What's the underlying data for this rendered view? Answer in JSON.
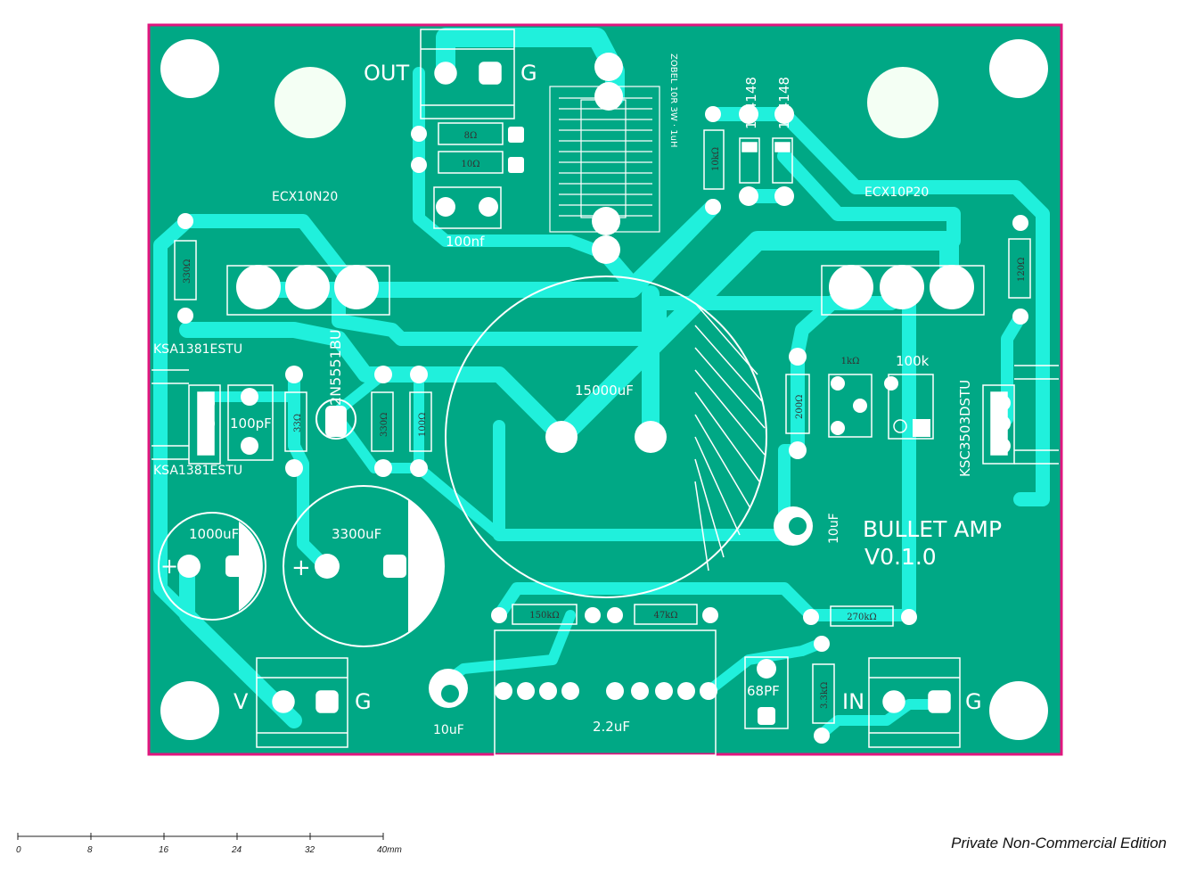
{
  "board": {
    "title": "BULLET AMP",
    "version": "V0.1.0",
    "colors": {
      "pcb": "#00A885",
      "trace": "#20F0DC",
      "silk": "#FFFFFF",
      "outline": "#E0167E"
    }
  },
  "connectors": {
    "out": "OUT",
    "g1": "G",
    "v": "V",
    "g2": "G",
    "in": "IN",
    "g3": "G"
  },
  "transistors": {
    "q1": "ECX10N20",
    "q2": "ECX10P20",
    "q3": "KSA1381ESTU",
    "q4": "2N5551BU",
    "q5": "KSC3503DSTU"
  },
  "diodes": {
    "d1": "1N4148",
    "d2": "1N4148"
  },
  "resistors": {
    "r_zobel_a": "8Ω",
    "r_zobel_b": "10Ω",
    "r_10k": "10kΩ",
    "r_330_left": "330Ω",
    "r_120": "120Ω",
    "r_33": "33Ω",
    "r_330_mid": "330Ω",
    "r_100": "100Ω",
    "r_200": "200Ω",
    "r_1k": "1kΩ",
    "r_150k": "150kΩ",
    "r_47k": "47kΩ",
    "r_270k": "270kΩ",
    "r_3k3": "3.3kΩ"
  },
  "capacitors": {
    "c_100nf": "100nf",
    "c_100pf": "100pF",
    "c_15000uf": "15000uF",
    "c_1000uf": "1000uF",
    "c_3300uf": "3300uF",
    "c_10uf_right": "10uF",
    "c_10uf_bottom": "10uF",
    "c_2_2uf": "2.2uF",
    "c_68pf": "68PF"
  },
  "pots": {
    "p_100k": "100k"
  },
  "inductor_note": "ZOBEL 10R 3W · 1uH",
  "ruler": {
    "ticks": [
      "0",
      "8",
      "16",
      "24",
      "32",
      "40mm"
    ]
  },
  "footer": "Private Non-Commercial Edition"
}
